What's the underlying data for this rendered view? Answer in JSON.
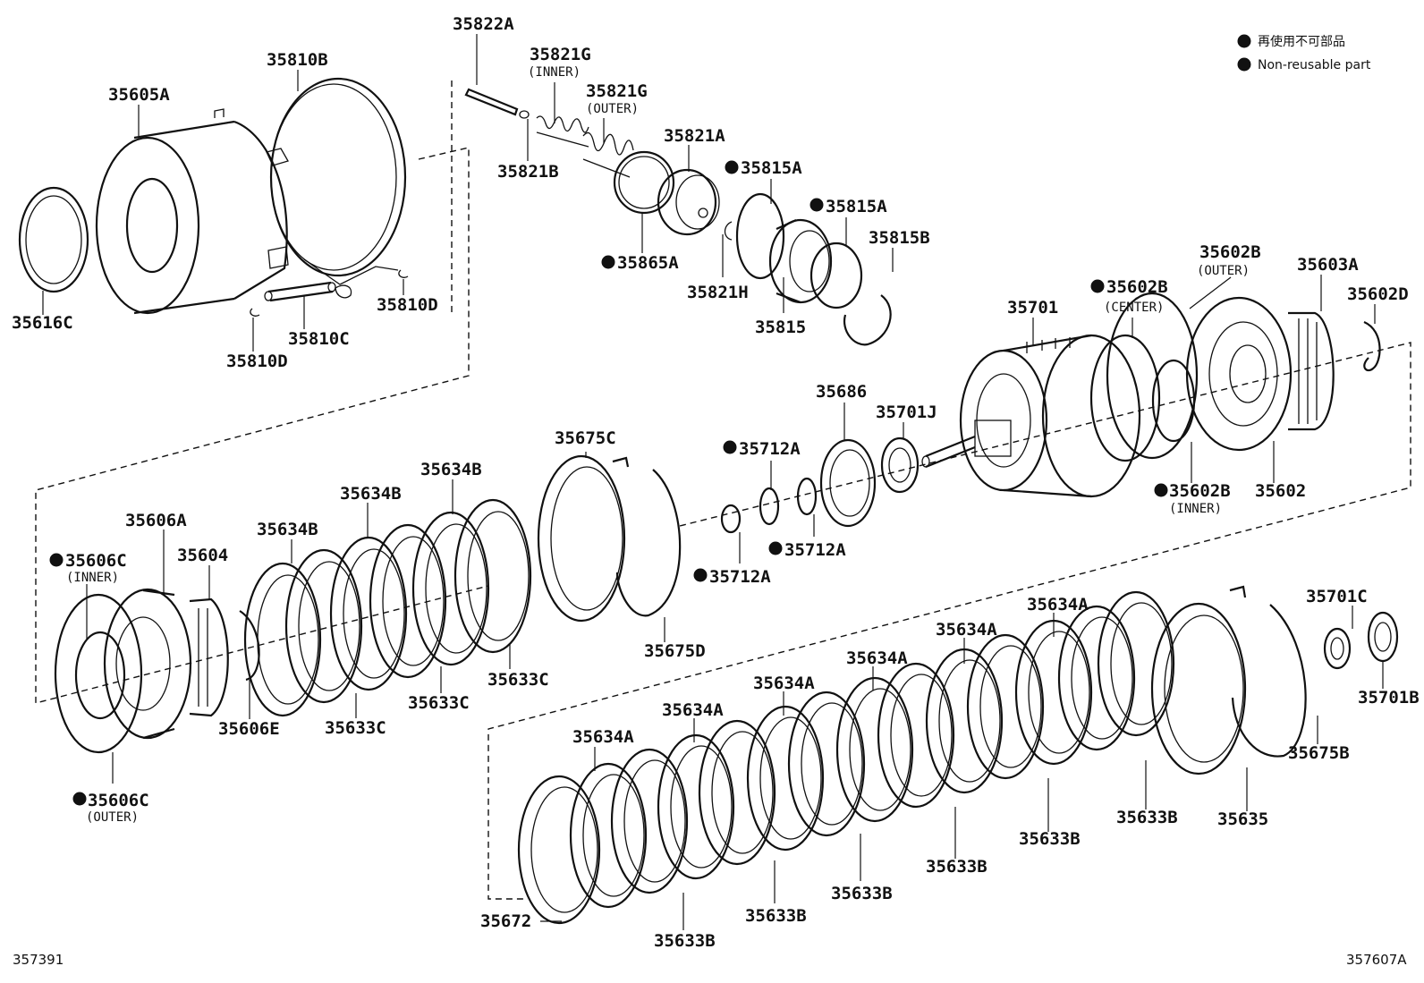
{
  "legend": {
    "line1": "再使用不可部品",
    "line2": "Non-reusable part"
  },
  "footer": {
    "left_code": "357391",
    "right_code": "357607A"
  },
  "labels": {
    "p35822A": "35822A",
    "p35810B": "35810B",
    "p35605A": "35605A",
    "p35616C": "35616C",
    "p35810C": "35810C",
    "p35810D_a": "35810D",
    "p35810D_b": "35810D",
    "p35821G_inner": "35821G",
    "p35821G_inner_sub": "(INNER)",
    "p35821G_outer": "35821G",
    "p35821G_outer_sub": "(OUTER)",
    "p35821B": "35821B",
    "p35821A": "35821A",
    "p35865A": "35865A",
    "p35821H": "35821H",
    "p35815A_a": "35815A",
    "p35815A_b": "35815A",
    "p35815B": "35815B",
    "p35815": "35815",
    "p35701": "35701",
    "p35602B_center": "35602B",
    "p35602B_center_sub": "(CENTER)",
    "p35602B_outer": "35602B",
    "p35602B_outer_sub": "(OUTER)",
    "p35603A": "35603A",
    "p35602D": "35602D",
    "p35602B_inner": "35602B",
    "p35602B_inner_sub": "(INNER)",
    "p35602": "35602",
    "p35686": "35686",
    "p35701J": "35701J",
    "p35712A_a": "35712A",
    "p35712A_b": "35712A",
    "p35712A_c": "35712A",
    "p35675C": "35675C",
    "p35675D": "35675D",
    "p35634B_a": "35634B",
    "p35634B_b": "35634B",
    "p35634B_c": "35634B",
    "p35606A": "35606A",
    "p35604": "35604",
    "p35606C_inner": "35606C",
    "p35606C_inner_sub": "(INNER)",
    "p35606C_outer": "35606C",
    "p35606C_outer_sub": "(OUTER)",
    "p35606E": "35606E",
    "p35633C_a": "35633C",
    "p35633C_b": "35633C",
    "p35633C_c": "35633C",
    "p35634A_a": "35634A",
    "p35634A_b": "35634A",
    "p35634A_c": "35634A",
    "p35634A_d": "35634A",
    "p35634A_e": "35634A",
    "p35634A_f": "35634A",
    "p35701C": "35701C",
    "p35701B": "35701B",
    "p35675B": "35675B",
    "p35635": "35635",
    "p35633B_a": "35633B",
    "p35633B_b": "35633B",
    "p35633B_c": "35633B",
    "p35633B_d": "35633B",
    "p35633B_e": "35633B",
    "p35633B_f": "35633B",
    "p35672": "35672"
  }
}
